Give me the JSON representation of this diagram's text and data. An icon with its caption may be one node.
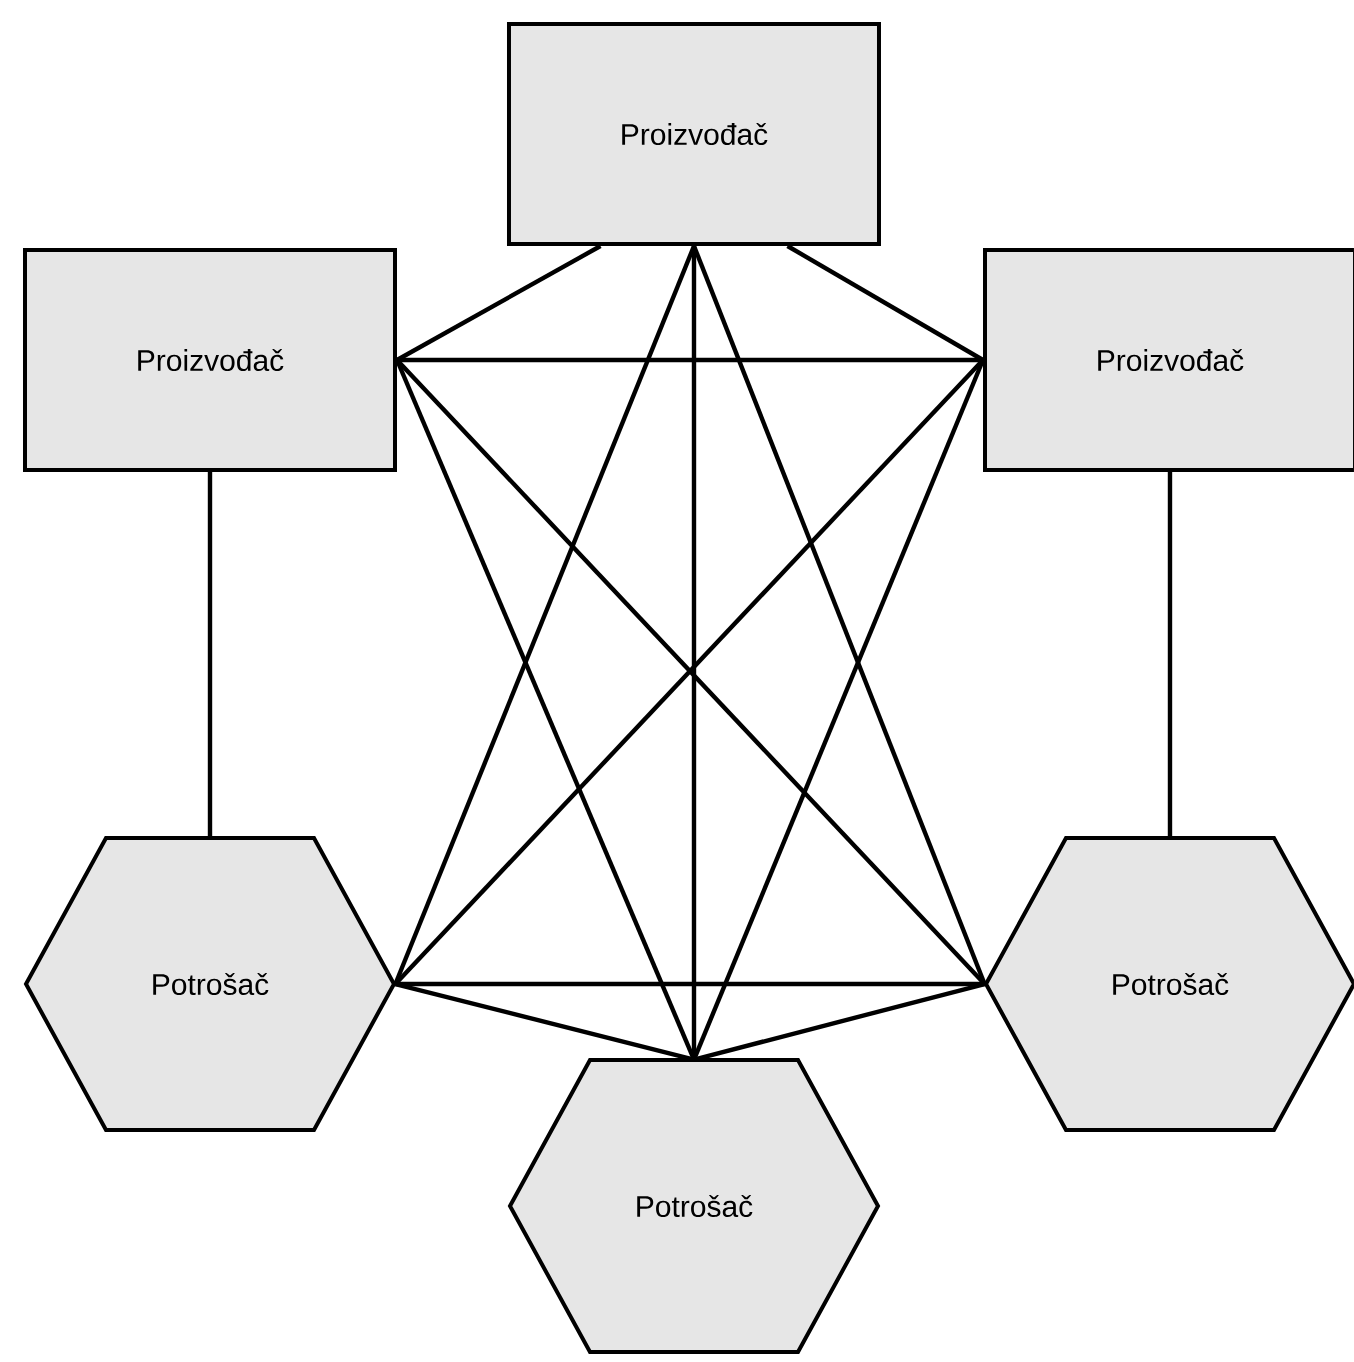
{
  "diagram": {
    "nodes": [
      {
        "text": [
          "Proizvođač"
        ]
      },
      {
        "text": [
          "Proizvođač"
        ]
      },
      {
        "text": [
          "Proizvođač"
        ]
      },
      {
        "text": [
          "Potrošač"
        ]
      },
      {
        "text": [
          "Potrošač"
        ]
      },
      {
        "text": [
          "Potrošač"
        ]
      }
    ],
    "edges": [
      {
        "from": 0,
        "to": 1,
        "arrow": "none"
      },
      {
        "from": 0,
        "to": 2,
        "arrow": "none"
      },
      {
        "from": 0,
        "to": 3,
        "arrow": "none"
      },
      {
        "from": 0,
        "to": 4,
        "arrow": "none"
      },
      {
        "from": 0,
        "to": 5,
        "arrow": "none"
      },
      {
        "from": 1,
        "to": 2,
        "arrow": "none"
      },
      {
        "from": 1,
        "to": 3,
        "arrow": "none"
      },
      {
        "from": 1,
        "to": 4,
        "arrow": "none"
      },
      {
        "from": 1,
        "to": 5,
        "arrow": "none"
      },
      {
        "from": 2,
        "to": 3,
        "arrow": "none"
      },
      {
        "from": 2,
        "to": 4,
        "arrow": "none"
      },
      {
        "from": 2,
        "to": 5,
        "arrow": "none"
      },
      {
        "from": 3,
        "to": 4,
        "arrow": "none"
      },
      {
        "from": 3,
        "to": 5,
        "arrow": "none"
      },
      {
        "from": 4,
        "to": 5,
        "arrow": "none"
      }
    ]
  }
}
